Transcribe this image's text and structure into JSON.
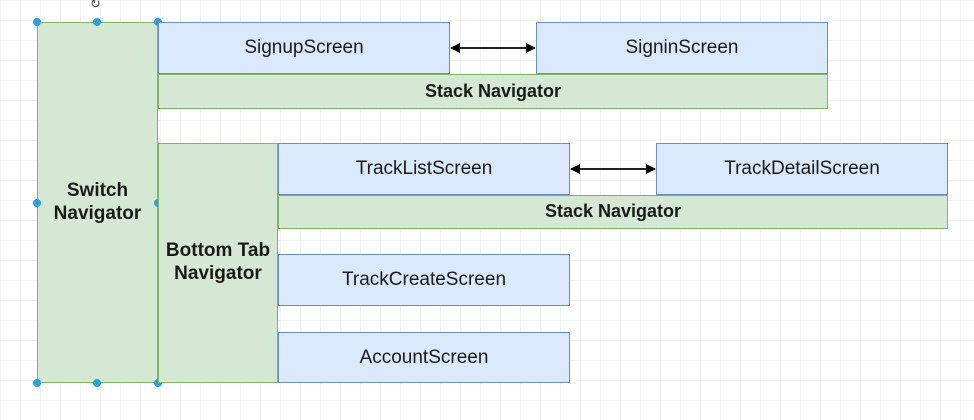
{
  "switch_navigator": {
    "label": "Switch Navigator"
  },
  "auth_flow": {
    "signup_screen": "SignupScreen",
    "signin_screen": "SigninScreen",
    "stack_navigator": "Stack Navigator"
  },
  "bottom_tab_navigator": {
    "label": "Bottom Tab Navigator"
  },
  "track_flow": {
    "track_list_screen": "TrackListScreen",
    "track_detail_screen": "TrackDetailScreen",
    "stack_navigator": "Stack Navigator"
  },
  "track_create_screen": "TrackCreateScreen",
  "account_screen": "AccountScreen",
  "colors": {
    "screen_fill": "#dae8fc",
    "screen_border": "#6c8ebf",
    "navigator_fill": "#d5e8d4",
    "navigator_border": "#82b366",
    "selection_handle": "#29a0e6"
  },
  "icons": {
    "rotate_handle": "rotate-icon"
  }
}
